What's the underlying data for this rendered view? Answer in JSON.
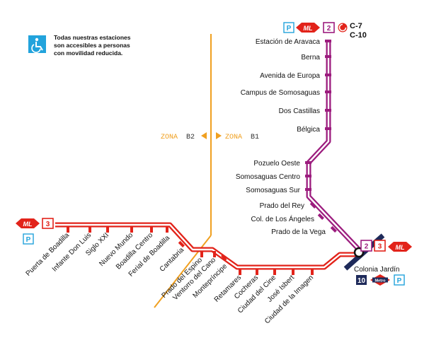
{
  "accessibility_note": {
    "lines": [
      "Todas nuestras estaciones",
      "son accesibles a personas",
      "con movilidad reducida."
    ],
    "icon": "wheelchair-icon"
  },
  "zones": {
    "left_label": "ZONA",
    "left_code": "B2",
    "right_label": "ZONA",
    "right_code": "B1"
  },
  "line_numbers": {
    "line2": "2",
    "line3": "3",
    "metro10": "10"
  },
  "logo_text": "ML",
  "metro_logo_text": "Metro",
  "parking_text": "P",
  "cercanias": {
    "c7": "C-7",
    "c10": "C-10"
  },
  "line2_stations": [
    "Estación de Aravaca",
    "Berna",
    "Avenida de Europa",
    "Campus de Somosaguas",
    "Dos Castillas",
    "Bélgica",
    "Pozuelo Oeste",
    "Somosaguas Centro",
    "Somosaguas Sur",
    "Prado del Rey",
    "Col. de Los Ángeles",
    "Prado de la Vega"
  ],
  "line3_stations": [
    "Puerta de Boadilla",
    "Infante Don Luis",
    "Siglo XXI",
    "Nuevo Mundo",
    "Boadilla Centro",
    "Ferial de Boadilla",
    "Cantabria",
    "Prado del Espino",
    "Ventorro del Cano",
    "Montepríncipe",
    "Retamares",
    "Cocheras",
    "Ciudad del Cine",
    "José Isbert",
    "Ciudad de la Imagen"
  ],
  "interchange": {
    "name": "Colonia Jardín"
  },
  "colors": {
    "line2": "#9c1c7e",
    "line3": "#e2231a",
    "zone": "#f0a020",
    "metro_navy": "#1e2a5a",
    "parking": "#22a3dc",
    "ml_red": "#e2231a"
  }
}
